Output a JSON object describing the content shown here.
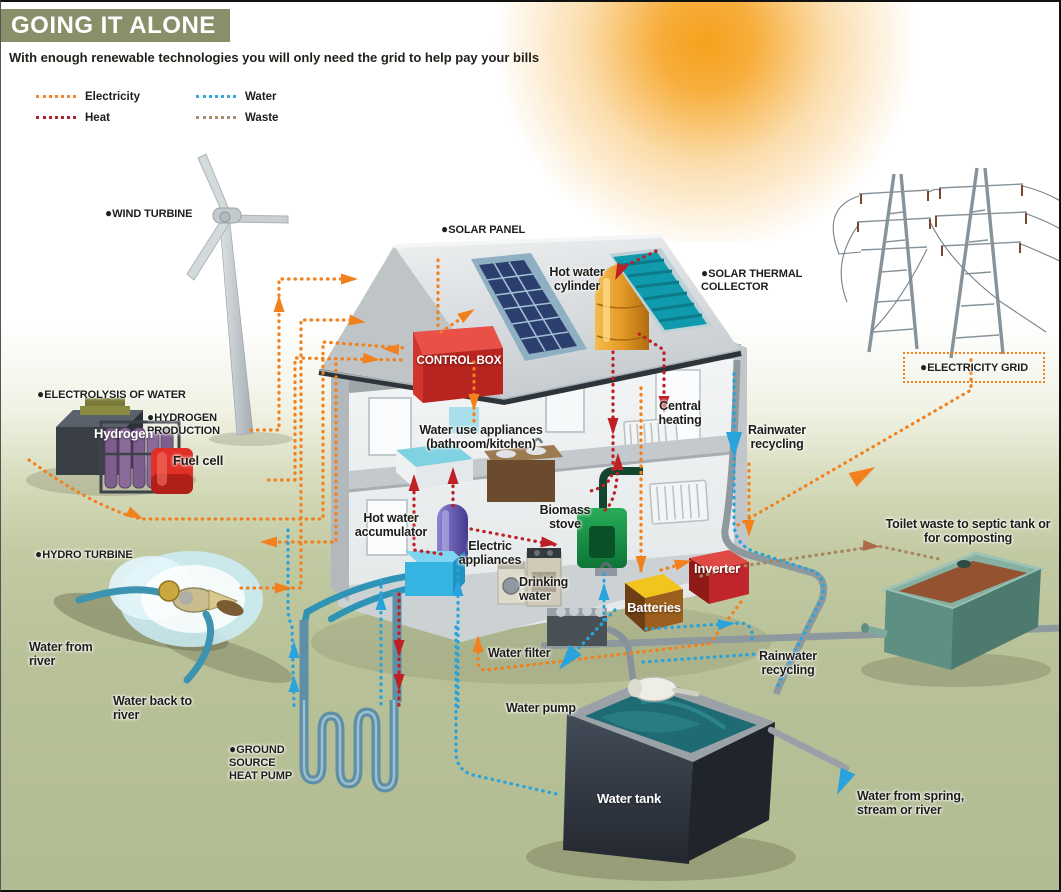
{
  "title": "GOING IT ALONE",
  "subtitle": "With enough renewable technologies you will only need the grid to help pay your bills",
  "legend": {
    "items": [
      {
        "id": "electricity",
        "label": "Electricity",
        "color": "#F0872A"
      },
      {
        "id": "heat",
        "label": "Heat",
        "color": "#B5222A"
      },
      {
        "id": "water",
        "label": "Water",
        "color": "#2FA9E0"
      },
      {
        "id": "waste",
        "label": "Waste",
        "color": "#A98E6F"
      }
    ]
  },
  "labels": {
    "wind_turbine": "WIND TURBINE",
    "solar_panel": "SOLAR PANEL",
    "solar_thermal": "SOLAR THERMAL COLLECTOR",
    "electricity_grid": "ELECTRICITY GRID",
    "electrolysis": "ELECTROLYSIS OF WATER",
    "hydrogen_production": "HYDROGEN PRODUCTION",
    "hydrogen": "Hydrogen",
    "fuel_cell": "Fuel cell",
    "hydro_turbine": "HYDRO TURBINE",
    "water_from_river": "Water from river",
    "water_back_to_river": "Water back to river",
    "ground_source_heat_pump": "GROUND SOURCE HEAT PUMP",
    "control_box": "CONTROL BOX",
    "hot_water_cylinder": "Hot water cylinder",
    "water_use_appliances": "Water use appliances (bathroom/kitchen)",
    "central_heating": "Central heating",
    "rainwater_upper": "Rainwater recycling",
    "hot_water_accumulator": "Hot water accumulator",
    "biomass_stove": "Biomass stove",
    "electric_appliances": "Electric appliances",
    "drinking_water": "Drinking water",
    "batteries": "Batteries",
    "inverter": "Inverter",
    "water_filter": "Water filter",
    "water_pump": "Water pump",
    "rainwater_lower": "Rainwater recycling",
    "water_tank": "Water tank",
    "water_from_spring": "Water from spring, stream or river",
    "toilet_waste": "Toilet waste to septic tank or for composting"
  },
  "colors": {
    "title_bar": "#8A8E69",
    "ground": "#B6BF97",
    "sun": "#F5A11C",
    "electricity_line": "#F2811D",
    "heat_line": "#BE2026",
    "water_line": "#29A3DC",
    "waste_line": "#A8875F"
  }
}
